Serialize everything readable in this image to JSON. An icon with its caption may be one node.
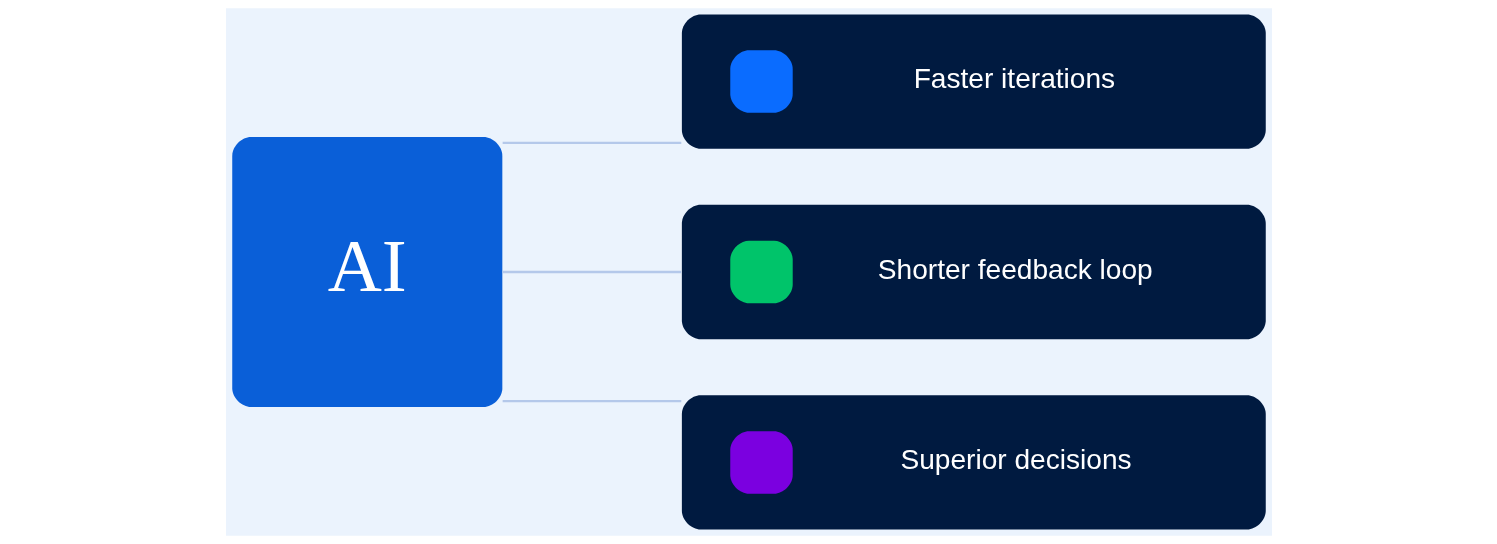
{
  "diagram": {
    "nodes": [
      {
        "text": [
          "AI"
        ]
      },
      {
        "text": [
          "Faster iterations"
        ]
      },
      {
        "text": [
          "Shorter feedback loop"
        ]
      },
      {
        "text": [
          "Superior decisions"
        ]
      }
    ],
    "edges": [
      {
        "from": 0,
        "to": 1,
        "arrow": "none"
      },
      {
        "from": 0,
        "to": 2,
        "arrow": "none"
      },
      {
        "from": 0,
        "to": 3,
        "arrow": "none"
      }
    ]
  }
}
